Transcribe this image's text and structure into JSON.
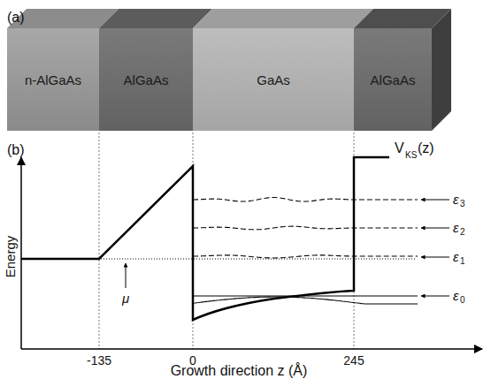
{
  "diagram": {
    "nodes": [
      {
        "text": [
          "n-AlGaAs"
        ]
      },
      {
        "text": [
          "AlGaAs"
        ]
      },
      {
        "text": [
          "GaAs"
        ]
      },
      {
        "text": [
          "AlGaAs"
        ]
      }
    ],
    "labels": [
      "(a)",
      "(b)",
      "Energy",
      "-135",
      "0",
      "245",
      "Growth direction z (Å)",
      "μ",
      "V",
      "KS",
      "(z)",
      "ε",
      "3",
      "ε",
      "2",
      "ε",
      "1",
      "ε",
      "0"
    ]
  }
}
